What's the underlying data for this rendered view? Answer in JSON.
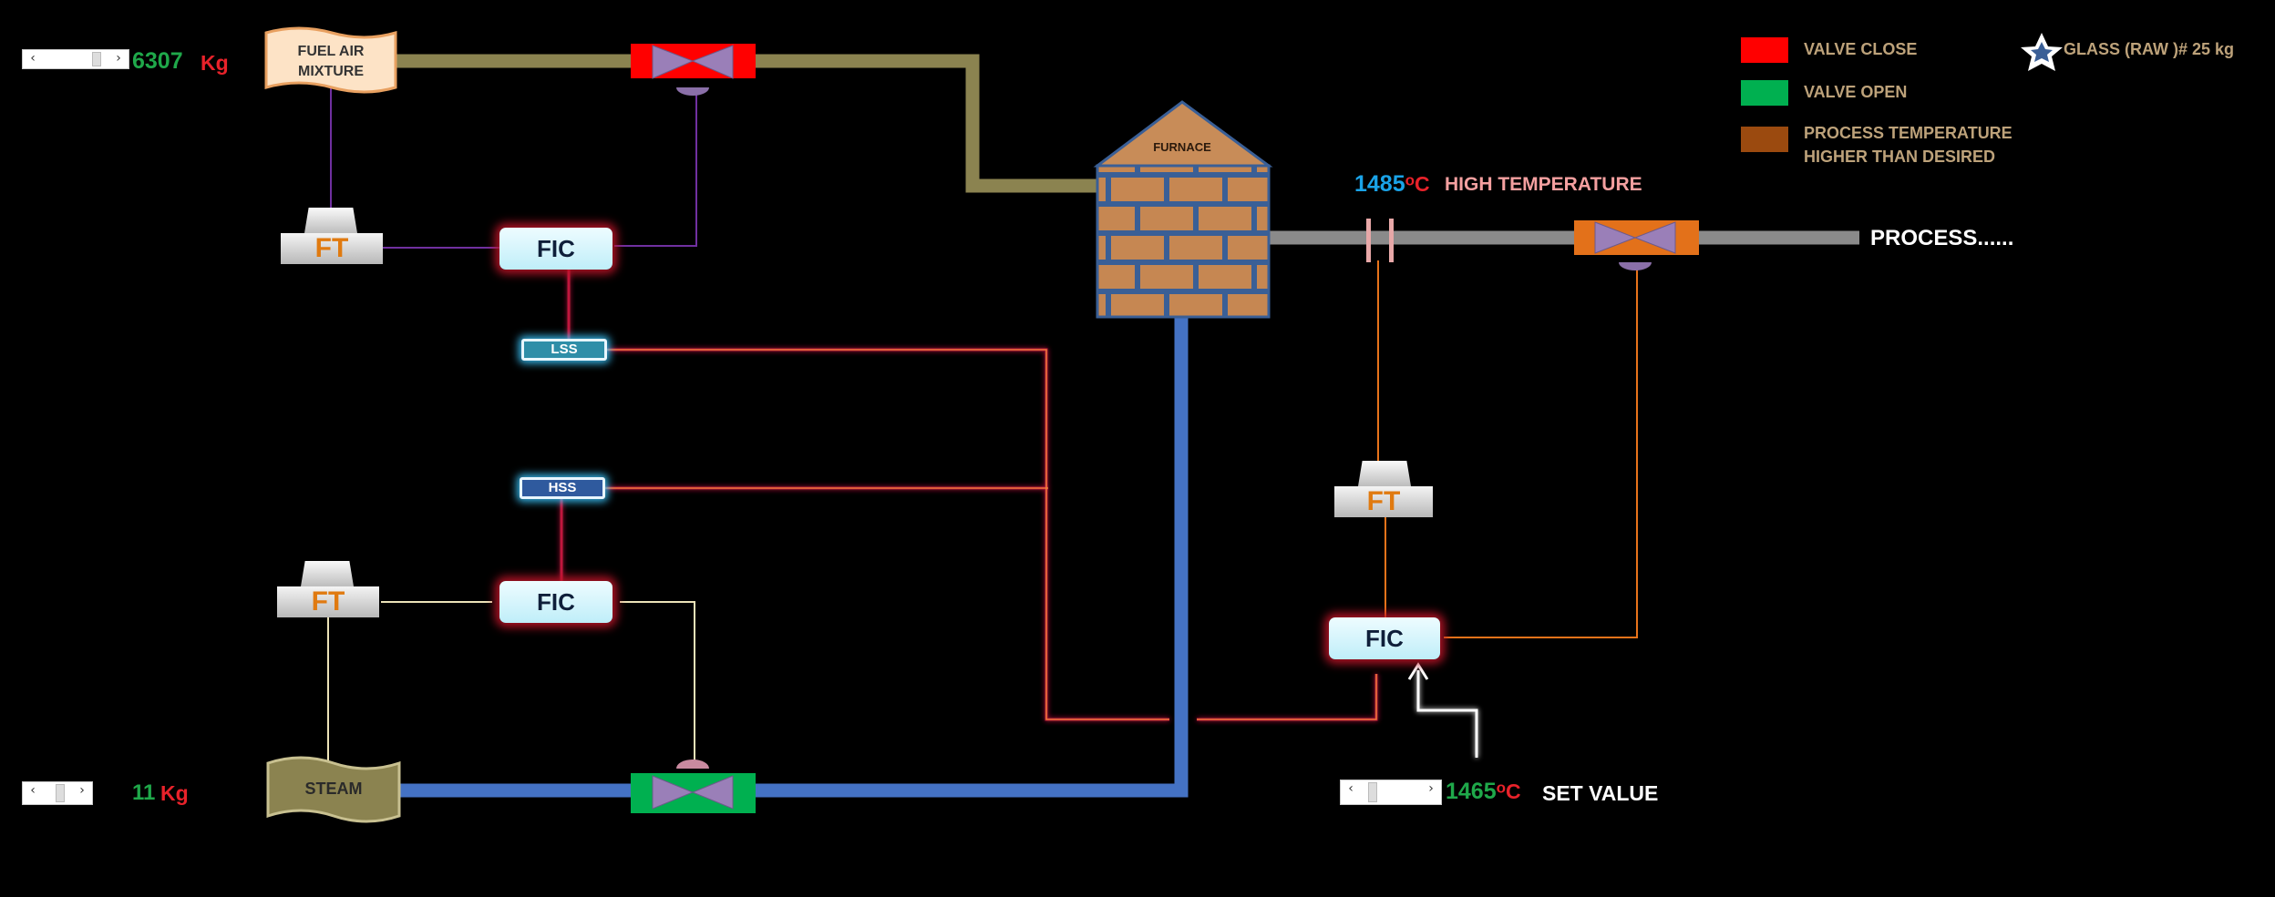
{
  "fuel": {
    "tank_label_line1": "FUEL AIR",
    "tank_label_line2": "MIXTURE",
    "value": "6307",
    "unit": "Kg"
  },
  "steam": {
    "tank_label": "STEAM",
    "value": "11",
    "unit": "Kg"
  },
  "furnace": {
    "label": "FURNACE"
  },
  "controllers": {
    "fic_fuel": "FIC",
    "fic_steam": "FIC",
    "fic_process": "FIC",
    "ft_fuel": "FT",
    "ft_steam": "FT",
    "ft_process": "FT",
    "lss": "LSS",
    "hss": "HSS"
  },
  "temperature": {
    "value": "1485",
    "degree": "o",
    "unit": "C",
    "status": "HIGH TEMPERATURE"
  },
  "set_value": {
    "value": "1465",
    "degree": "o",
    "unit": "C",
    "label": "SET VALUE"
  },
  "process": {
    "label": "PROCESS......"
  },
  "legend": [
    {
      "label": "VALVE CLOSE",
      "color": "#ff0000"
    },
    {
      "label": "VALVE OPEN",
      "color": "#00b050"
    },
    {
      "label_line1": "PROCESS TEMPERATURE",
      "label_line2": "HIGHER THAN DESIRED",
      "color": "#9b4a0f"
    }
  ],
  "glass": {
    "label": "GLASS  (RAW )# 25 kg",
    "icon": "star-icon"
  },
  "slider_arrows": {
    "left": "‹",
    "right": "›"
  },
  "colors": {
    "fuel_pipe": "#8b8350",
    "steam_pipe": "#4472c4",
    "process_pipe": "#8a8a8a",
    "valve_closed": "#ff0000",
    "valve_open": "#00b050",
    "valve_hot": "#e3711a",
    "signal_purple": "#7030a0",
    "signal_orange": "#e8731a",
    "signal_red": "#c0143c"
  }
}
